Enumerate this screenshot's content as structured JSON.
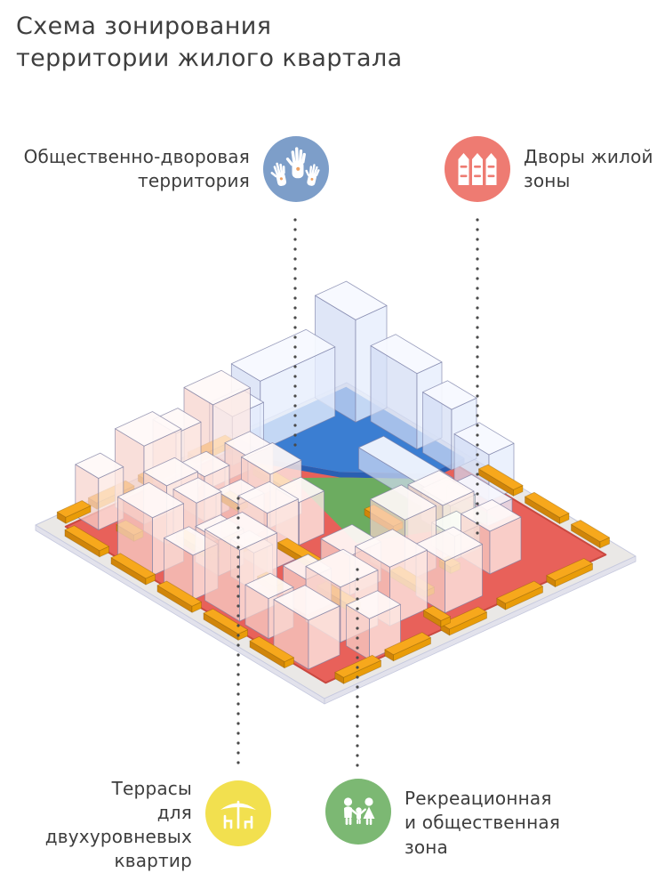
{
  "title": {
    "lines": [
      "Схема зонирования",
      "территории жилого квартала"
    ]
  },
  "legend": {
    "public_courtyard": {
      "lines": [
        "Общественно-дворовая",
        "территория"
      ],
      "color": "#7D9EC9",
      "icon": "raised-hands"
    },
    "residential_yards": {
      "lines": [
        "Дворы жилой",
        "зоны"
      ],
      "color": "#EE7B72",
      "icon": "picket-fence"
    },
    "terraces": {
      "lines": [
        "Террасы",
        "для двухуровневых",
        "квартир"
      ],
      "color": "#F2E04F",
      "icon": "terrace-umbrella"
    },
    "recreation": {
      "lines": [
        "Рекреационная",
        "и общественная",
        "зона"
      ],
      "color": "#7CB873",
      "icon": "family"
    }
  },
  "colors": {
    "zone_public_courtyard": "#3B7ED2",
    "zone_public_courtyard_side": "#2A5FB2",
    "zone_residential_yards": "#E8615A",
    "zone_residential_yards_edge": "#C94840",
    "zone_recreation": "#6CAC60",
    "zone_terraces_top": "#F7A81C",
    "zone_terraces_left": "#D0850A",
    "zone_terraces_right": "#E99C08",
    "base_plate": "#EAE8E6",
    "base_plate_side": "#E2E2EC",
    "base_plate_stroke": "#C6C9DE",
    "dotted_line": "#4A4A4A",
    "hand_palm_mark": "#F0A263"
  }
}
